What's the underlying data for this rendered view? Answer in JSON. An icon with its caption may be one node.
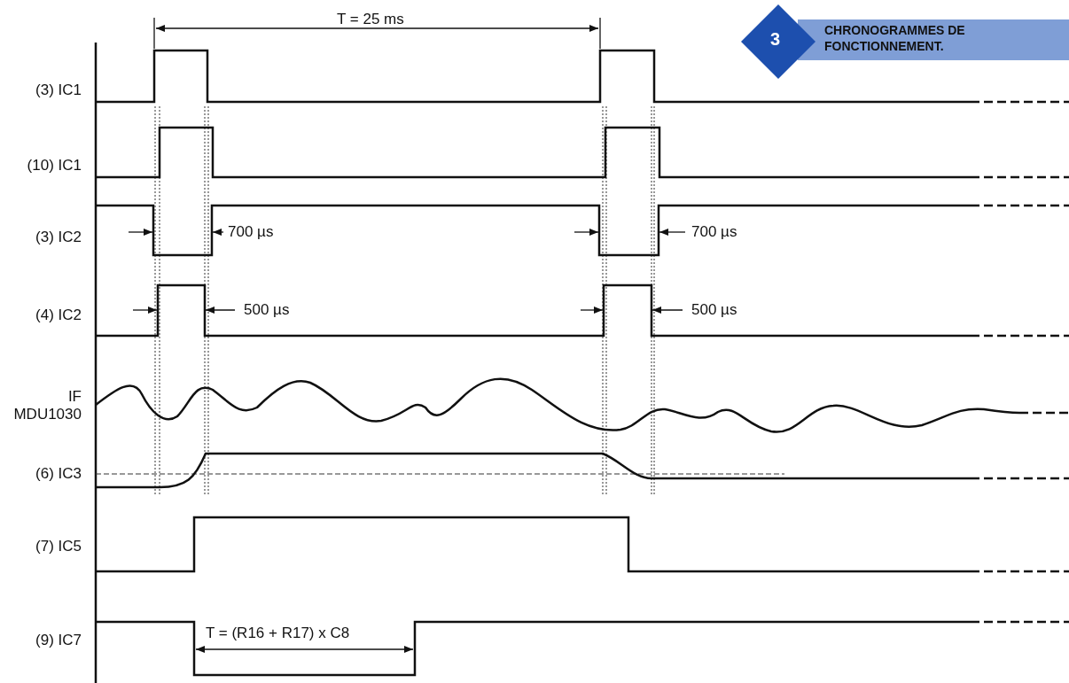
{
  "diagram": {
    "title": "CHRONOGRAMMES DE FONCTIONNEMENT.",
    "labels": [
      "3",
      "T = 25 ms",
      "(3) IC1",
      "(10) IC1",
      "(3) IC2",
      "700 µs",
      "700 µs",
      "(4) IC2",
      "500 µs",
      "500 µs",
      "IF MDU1030",
      "(6) IC3",
      "(7) IC5",
      "(9) IC7",
      "T = (R16 + R17) x C8"
    ]
  }
}
